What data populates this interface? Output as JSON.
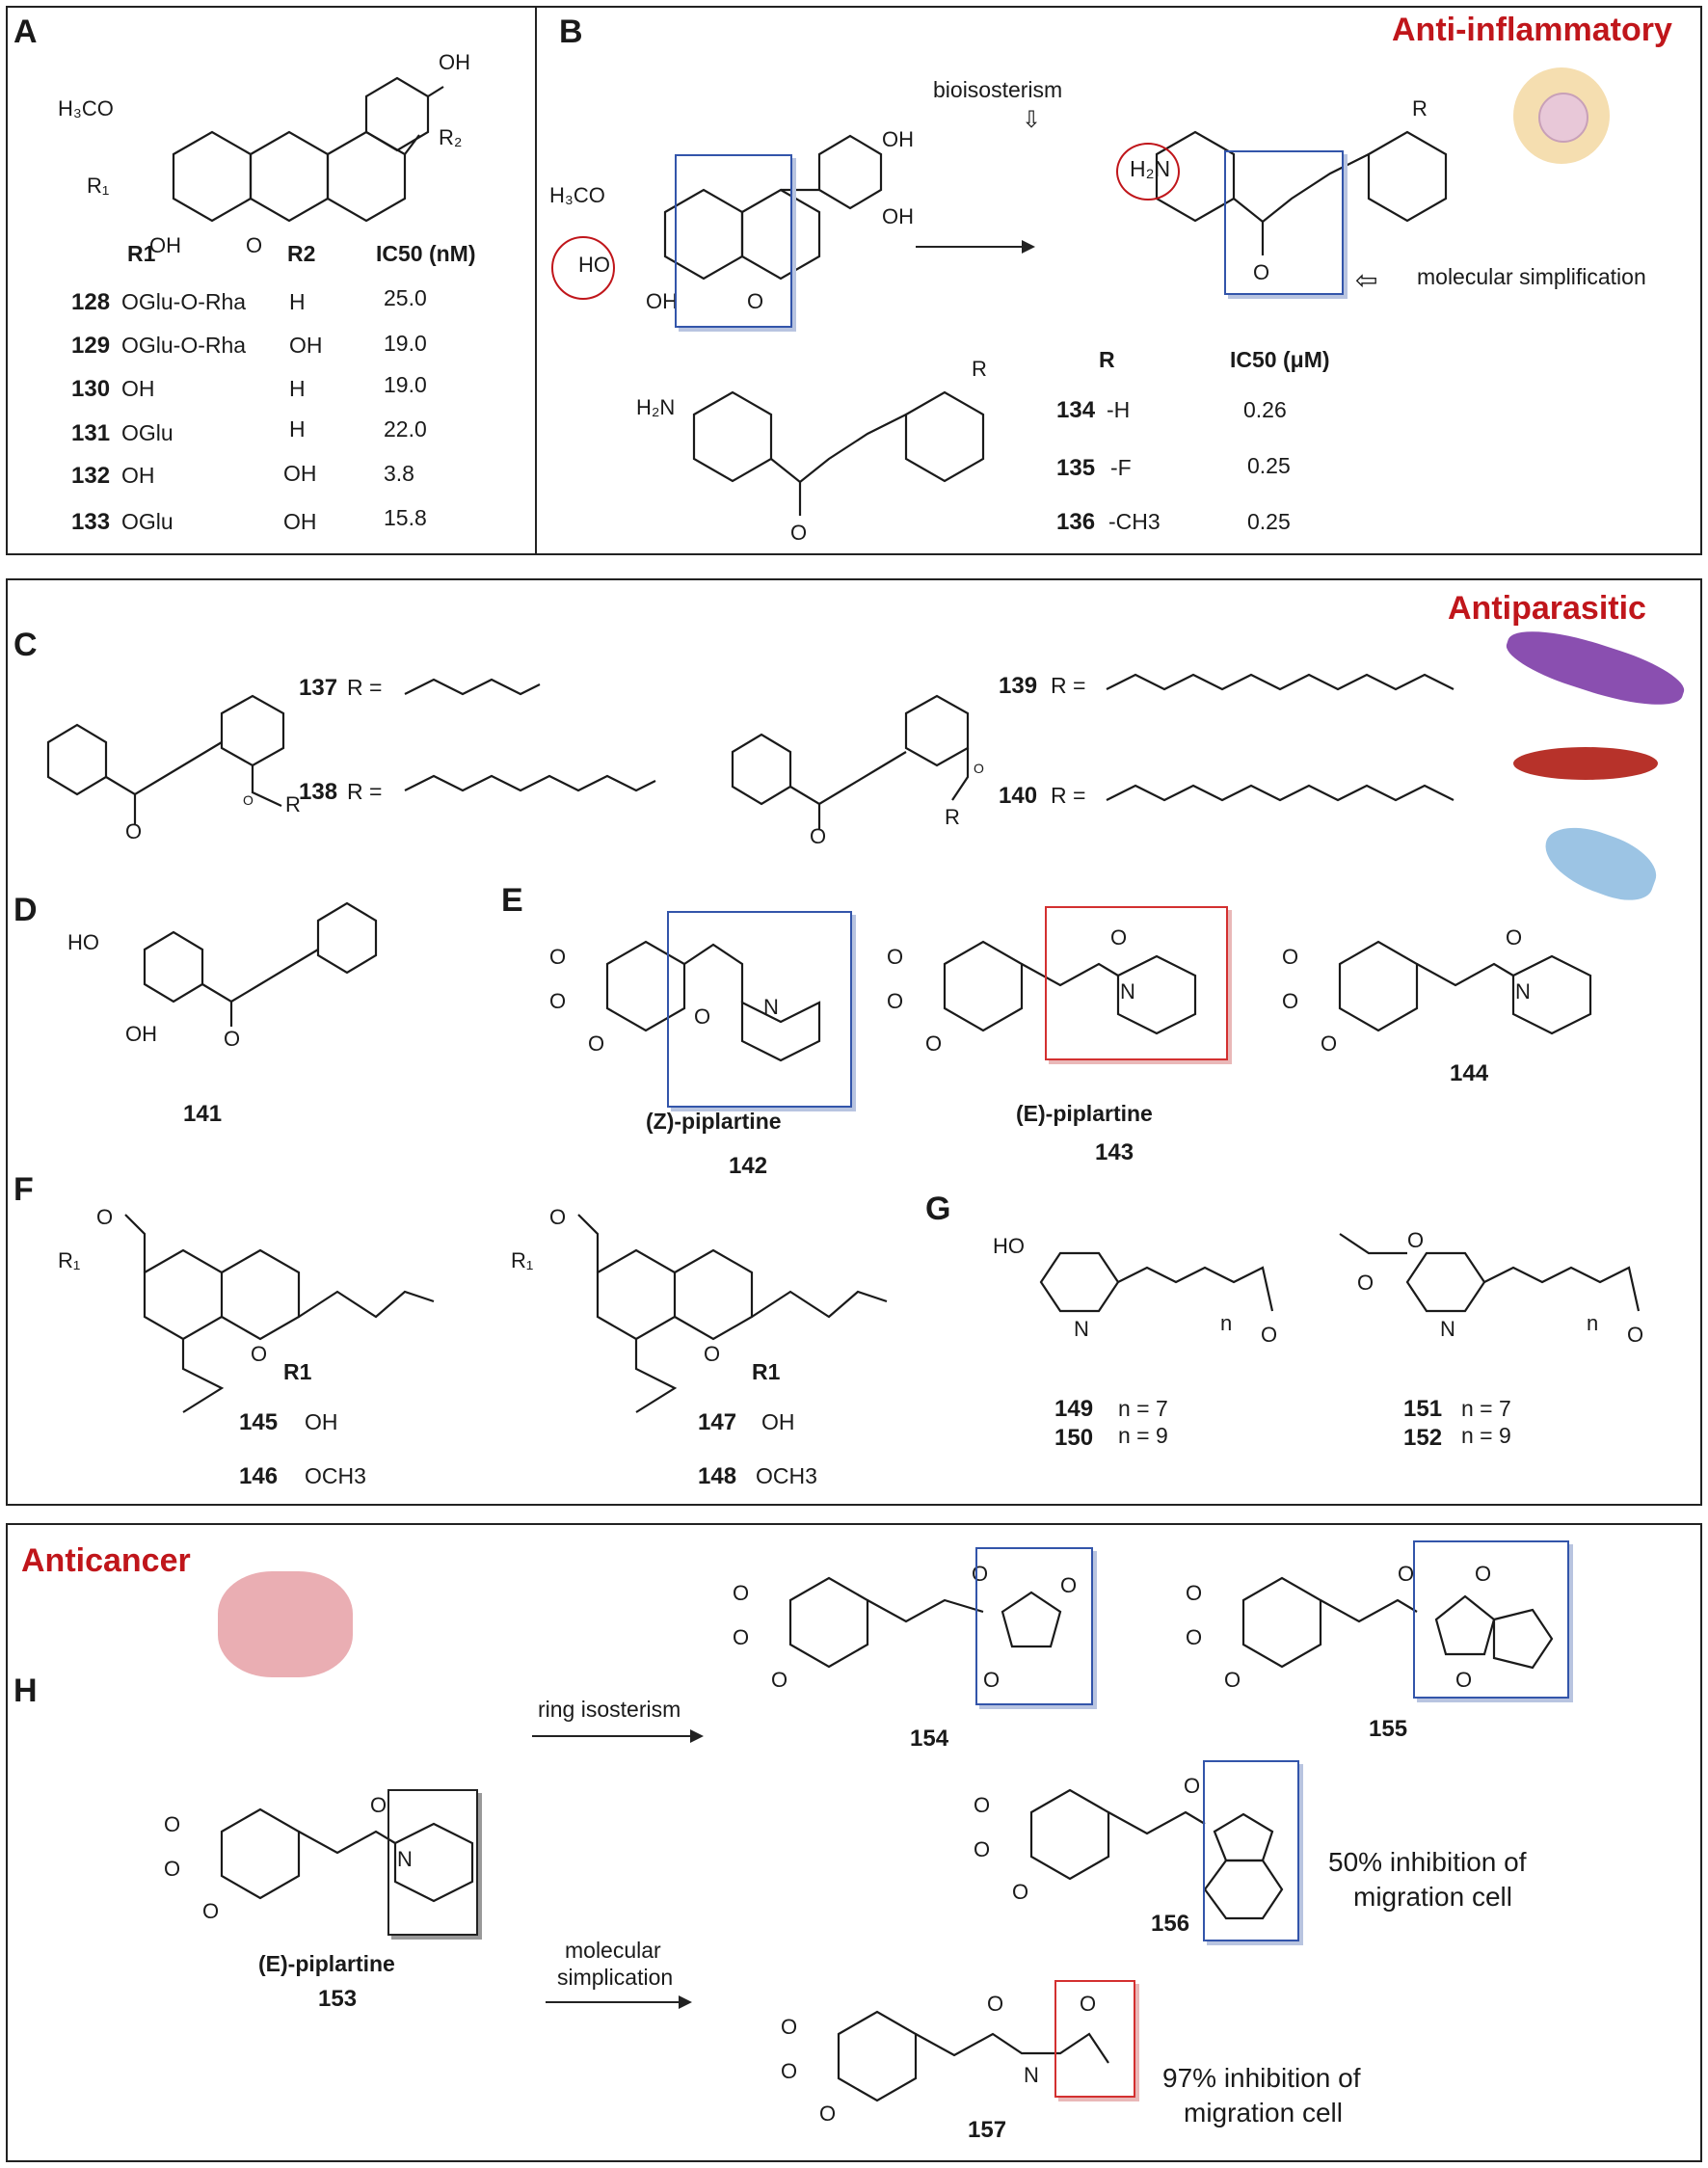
{
  "panel_a": {
    "label": "A",
    "headers": {
      "r1": "R1",
      "r2": "R2",
      "ic50": "IC50 (nM)"
    },
    "rows": [
      {
        "id": "128",
        "r1": "OGlu-O-Rha",
        "r2": "H",
        "ic50": "25.0"
      },
      {
        "id": "129",
        "r1": "OGlu-O-Rha",
        "r2": "OH",
        "ic50": "19.0"
      },
      {
        "id": "130",
        "r1": "OH",
        "r2": "H",
        "ic50": "19.0"
      },
      {
        "id": "131",
        "r1": "OGlu",
        "r2": "H",
        "ic50": "22.0"
      },
      {
        "id": "132",
        "r1": "OH",
        "r2": "OH",
        "ic50": "3.8"
      },
      {
        "id": "133",
        "r1": "OGlu",
        "r2": "OH",
        "ic50": "15.8"
      }
    ]
  },
  "panel_b": {
    "label": "B",
    "category": "Anti-inflammatory",
    "bioisosterism": "bioisosterism",
    "simplification": "molecular simplification",
    "headers": {
      "r": "R",
      "ic50": "IC50 (μM)"
    },
    "rows": [
      {
        "id": "134",
        "r": "-H",
        "ic50": "0.26"
      },
      {
        "id": "135",
        "r": "-F",
        "ic50": "0.25"
      },
      {
        "id": "136",
        "r": "-CH3",
        "ic50": "0.25"
      }
    ]
  },
  "panel_c": {
    "label": "C",
    "category": "Antiparasitic",
    "items": [
      {
        "id": "137",
        "text": "R ="
      },
      {
        "id": "138",
        "text": "R ="
      },
      {
        "id": "139",
        "text": "R ="
      },
      {
        "id": "140",
        "text": "R ="
      }
    ]
  },
  "panel_d": {
    "label": "D",
    "id": "141"
  },
  "panel_e": {
    "label": "E",
    "z_name": "(Z)-piplartine",
    "z_id": "142",
    "e_name": "(E)-piplartine",
    "e_id": "143",
    "id_144": "144"
  },
  "panel_f": {
    "label": "F",
    "r1": "R1",
    "left": [
      {
        "id": "145",
        "v": "OH"
      },
      {
        "id": "146",
        "v": "OCH3"
      }
    ],
    "right": [
      {
        "id": "147",
        "v": "OH"
      },
      {
        "id": "148",
        "v": "OCH3"
      }
    ]
  },
  "panel_g": {
    "label": "G",
    "left": [
      {
        "id": "149",
        "v": "n = 7"
      },
      {
        "id": "150",
        "v": "n = 9"
      }
    ],
    "right": [
      {
        "id": "151",
        "v": "n = 7"
      },
      {
        "id": "152",
        "v": "n = 9"
      }
    ]
  },
  "panel_h": {
    "label": "H",
    "category": "Anticancer",
    "start_name": "(E)-piplartine",
    "start_id": "153",
    "ring_iso": "ring isosterism",
    "mol_simp_1": "molecular",
    "mol_simp_2": "simplication",
    "ids": {
      "a": "154",
      "b": "155",
      "c": "156",
      "d": "157"
    },
    "note_156_1": "50% inhibition of",
    "note_156_2": "migration cell",
    "note_157_1": "97% inhibition of",
    "note_157_2": "migration cell"
  }
}
